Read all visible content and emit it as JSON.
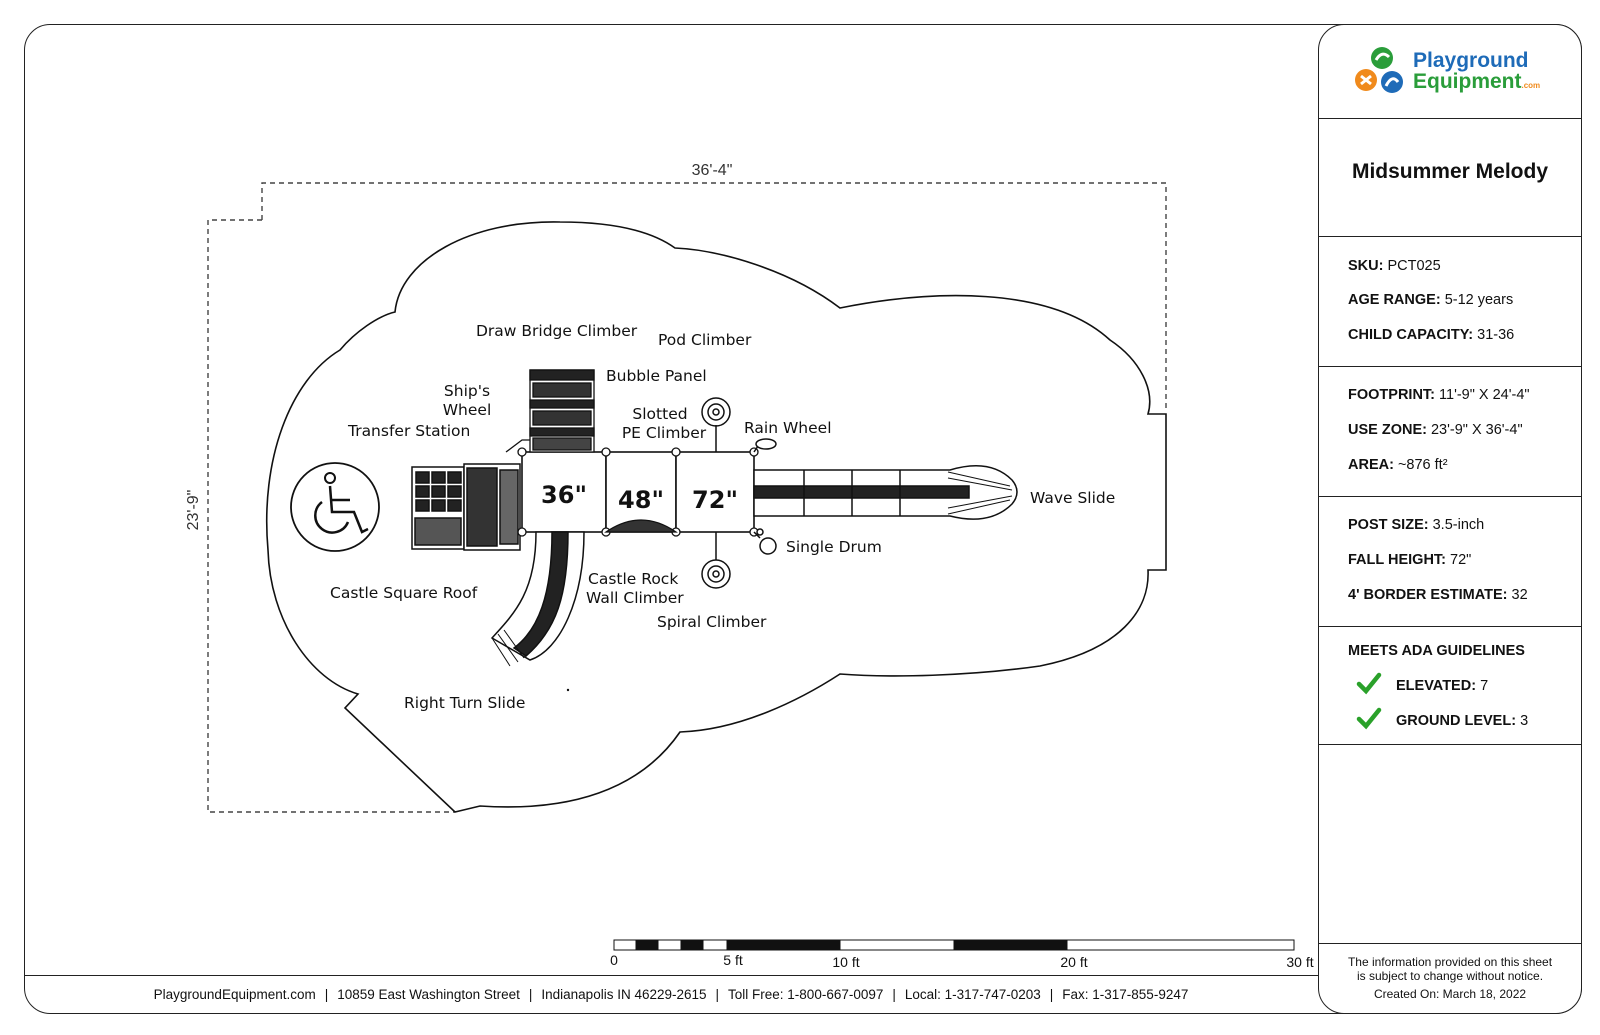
{
  "logo": {
    "line1": "Playground",
    "line2": "Equipment",
    "suffix": ".com"
  },
  "product": {
    "name": "Midsummer Melody"
  },
  "specs": {
    "sku": {
      "label": "SKU:",
      "value": "PCT025"
    },
    "age_range": {
      "label": "AGE RANGE:",
      "value": "5-12 years"
    },
    "child_capacity": {
      "label": "CHILD CAPACITY:",
      "value": "31-36"
    },
    "footprint": {
      "label": "FOOTPRINT:",
      "value": "11'-9\" X 24'-4\""
    },
    "use_zone": {
      "label": "USE ZONE:",
      "value": "23'-9\" X 36'-4\""
    },
    "area": {
      "label": "AREA:",
      "value": "~876 ft²"
    },
    "post_size": {
      "label": "POST SIZE:",
      "value": "3.5-inch"
    },
    "fall_height": {
      "label": "FALL HEIGHT:",
      "value": "72\""
    },
    "border_estimate": {
      "label": "4' BORDER ESTIMATE:",
      "value": "32"
    }
  },
  "ada": {
    "heading": "MEETS ADA GUIDELINES",
    "elevated": {
      "label": "ELEVATED:",
      "value": "7"
    },
    "ground_level": {
      "label": "GROUND LEVEL:",
      "value": "3"
    }
  },
  "disclaimer": {
    "line1": "The information provided on this sheet",
    "line2": "is subject to change without notice.",
    "created": "Created On: March 18, 2022"
  },
  "footer": {
    "website": "PlaygroundEquipment.com",
    "street": "10859 East Washington Street",
    "city": "Indianapolis IN  46229-2615",
    "toll_free": "Toll Free: 1-800-667-0097",
    "local": "Local: 1-317-747-0203",
    "fax": "Fax: 1-317-855-9247"
  },
  "diagram": {
    "width_dim": "36'-4\"",
    "height_dim": "23'-9\"",
    "decks": [
      "36\"",
      "48\"",
      "72\""
    ],
    "labels": {
      "draw_bridge": "Draw Bridge Climber",
      "pod": "Pod Climber",
      "bubble": "Bubble Panel",
      "ships_wheel_1": "Ship's",
      "ships_wheel_2": "Wheel",
      "slotted_1": "Slotted",
      "slotted_2": "PE Climber",
      "rain_wheel": "Rain Wheel",
      "transfer": "Transfer Station",
      "wave_slide": "Wave Slide",
      "single_drum": "Single Drum",
      "castle_rock_1": "Castle Rock",
      "castle_rock_2": "Wall Climber",
      "castle_roof": "Castle Square Roof",
      "spiral": "Spiral Climber",
      "right_turn": "Right Turn Slide"
    },
    "scale": {
      "t0": "0",
      "t5": "5 ft",
      "t10": "10 ft",
      "t20": "20 ft",
      "t30": "30 ft"
    }
  },
  "colors": {
    "check": "#2aa12a",
    "logo_blue": "#1e6bb8",
    "logo_green": "#2a9d3a",
    "logo_orange": "#f08a1c"
  }
}
